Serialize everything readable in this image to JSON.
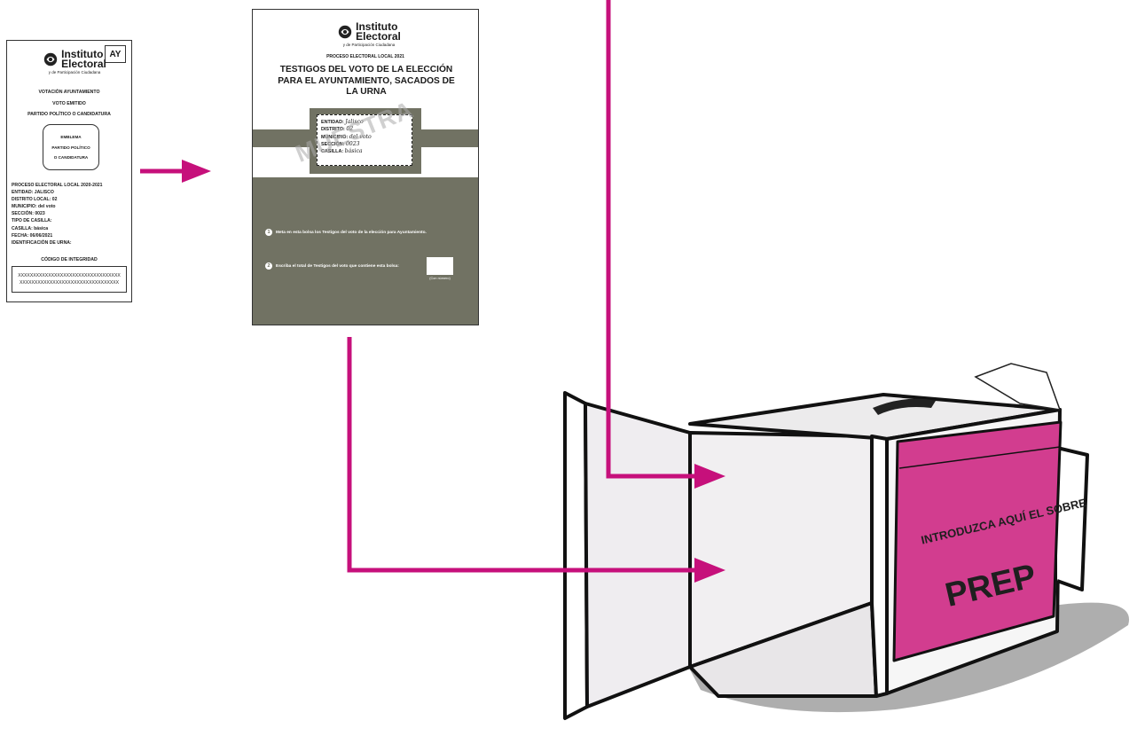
{
  "ballot": {
    "corner_code": "AY",
    "logo_line1": "Instituto",
    "logo_line2": "Electoral",
    "logo_sub": "y de Participación Ciudadana",
    "heading1": "VOTACIÓN AYUNTAMIENTO",
    "heading2": "VOTO EMITIDO",
    "heading3": "PARTIDO POLÍTICO O CANDIDATURA",
    "emblem_lines": [
      "EMBLEMA",
      "PARTIDO POLÍTICO",
      "O  CANDIDATURA"
    ],
    "info_lines": [
      "PROCESO ELECTORAL LOCAL 2020-2021",
      "ENTIDAD: JALISCO",
      "DISTRITO LOCAL: 02",
      "MUNICIPIO: del voto",
      "SECCIÓN: 0023",
      "TIPO DE CASILLA:",
      "CASILLA: básica",
      "FECHA: 06/06/2021",
      "IDENTIFICACIÓN DE URNA:"
    ],
    "integrity_label": "CÓDIGO DE INTEGRIDAD",
    "integrity_code_lines": [
      "XXXXXXXXXXXXXXXXXXXXXXXXXXXXXXXXXX",
      "XXXXXXXXXXXXXXXXXXXXXXXXXXXXXXXXX"
    ]
  },
  "bag": {
    "logo_line1": "Instituto",
    "logo_line2": "Electoral",
    "logo_sub": "y de Participación Ciudadana",
    "process": "PROCESO ELECTORAL LOCAL 2021",
    "title": "TESTIGOS DEL VOTO DE LA ELECCIÓN PARA EL AYUNTAMIENTO, SACADOS DE LA URNA",
    "label": {
      "entidad_key": "ENTIDAD:",
      "entidad_val": "Jalisco",
      "distrito_key": "DISTRITO:",
      "distrito_val": "02",
      "municipio_key": "MUNICIPIO:",
      "municipio_val": "del voto",
      "seccion_key": "SECCIÓN:",
      "seccion_val": "0023",
      "casilla_key": "CASILLA:",
      "casilla_val": "básica"
    },
    "watermark": "MUESTRA",
    "step1_num": "1",
    "step1_text": "Meta en esta bolsa los Testigos del voto de la elección para  Ayuntamiento.",
    "step2_num": "2",
    "step2_text": "Escriba el total de Testigos del voto que contiene esta bolsa:",
    "total_caption": "(Con número)"
  },
  "box": {
    "envelope_line1": "INTRODUZCA AQUÍ EL SOBRE",
    "envelope_line2": "PREP"
  },
  "colors": {
    "arrow": "#c6107b",
    "envelope": "#d23d8f",
    "bag_gray": "#717263",
    "shadow": "#aeaeae"
  }
}
